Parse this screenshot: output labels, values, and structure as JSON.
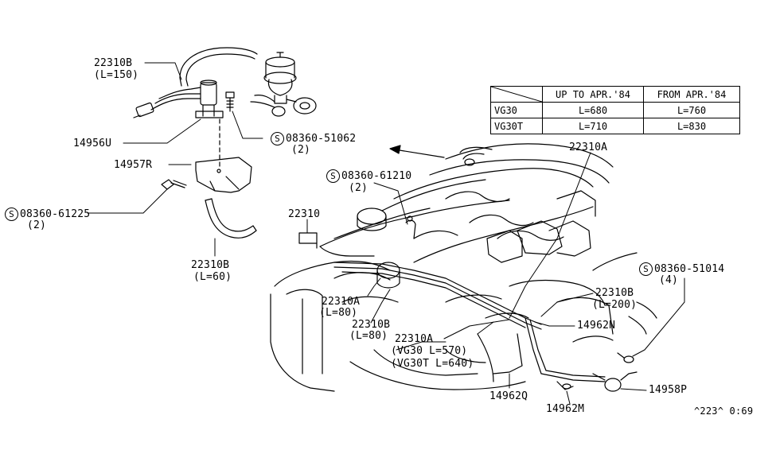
{
  "table": {
    "headers": [
      "",
      "UP TO APR.'84",
      "FROM APR.'84"
    ],
    "rows": [
      {
        "model": "VG30",
        "up_to": "L=680",
        "from": "L=760"
      },
      {
        "model": "VG30T",
        "up_to": "L=710",
        "from": "L=830"
      }
    ]
  },
  "labels": {
    "hose_22310b_top": "22310B",
    "hose_22310b_top_len": "(L=150)",
    "part_14956u": "14956U",
    "bolt_08360_51062": "08360-51062",
    "bolt_08360_51062_qty": "(2)",
    "part_14957r": "14957R",
    "bolt_08360_61225": "08360-61225",
    "bolt_08360_61225_qty": "(2)",
    "hose_22310b_mid": "22310B",
    "hose_22310b_mid_len": "(L=60)",
    "bolt_08360_61210": "08360-61210",
    "bolt_08360_61210_qty": "(2)",
    "part_22310": "22310",
    "part_22310a_top": "22310A",
    "bolt_08360_51014": "08360-51014",
    "bolt_08360_51014_qty": "(4)",
    "hose_22310b_right": "22310B",
    "hose_22310b_right_len": "(L=200)",
    "part_14962n": "14962N",
    "hose_22310a_left": "22310A",
    "hose_22310a_left_len": "(L=80)",
    "hose_22310b_left": "22310B",
    "hose_22310b_left_len": "(L=80)",
    "hose_22310a_bottom": "22310A",
    "vg30_len": "(VG30 L=570)",
    "vg30t_len": "(VG30T L=640)",
    "part_14962q": "14962Q",
    "part_14962m": "14962M",
    "part_14958p": "14958P",
    "diagram_code": "^223^ 0:69",
    "screw_symbol": "S"
  }
}
